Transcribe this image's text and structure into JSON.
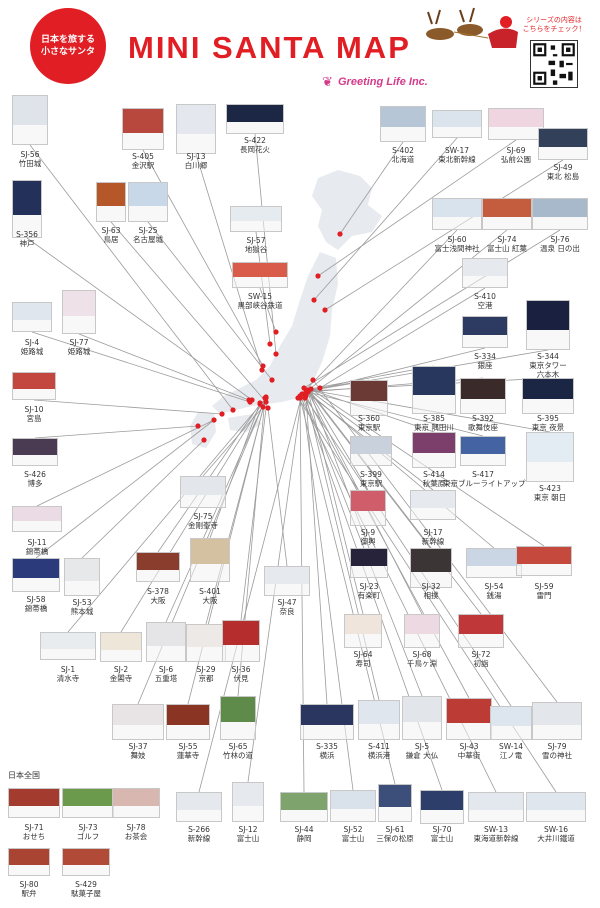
{
  "header": {
    "badge_line1": "日本を旅する",
    "badge_line2": "小さなサンタ",
    "title": "MINI SANTA MAP",
    "brand": "Greeting Life Inc.",
    "promo_line1": "シリーズの内容は",
    "promo_line2": "こちらをチェック！",
    "section_label": "日本全国"
  },
  "colors": {
    "accent": "#e01e24",
    "brand": "#d63a8a",
    "map": "#e7eaee",
    "line": "#9b9b9b",
    "marker": "#e01e24"
  },
  "icons": {
    "badge": "santa-badge",
    "brand_mark": "heart-logo-icon",
    "sleigh": "sleigh-illustration",
    "qr": "qr-code"
  },
  "cards": [
    {
      "code": "SJ-56",
      "name": "竹田城",
      "tone": "#dfe4ea"
    },
    {
      "code": "S-405",
      "name": "金沢駅",
      "tone": "#b8473d"
    },
    {
      "code": "SJ-13",
      "name": "白川郷",
      "tone": "#e4e8ee"
    },
    {
      "code": "S-422",
      "name": "長岡花火",
      "tone": "#1c2746"
    },
    {
      "code": "S-402",
      "name": "北海道",
      "tone": "#b7c6d6"
    },
    {
      "code": "SW-17",
      "name": "東北新幹線",
      "tone": "#dbe3ec"
    },
    {
      "code": "SJ-69",
      "name": "弘前公園",
      "tone": "#efd5df"
    },
    {
      "code": "SJ-49",
      "name": "東北 松島",
      "tone": "#33405a"
    },
    {
      "code": "S-356",
      "name": "神戸",
      "tone": "#22305a"
    },
    {
      "code": "SJ-63",
      "name": "鳥居",
      "tone": "#b6572a"
    },
    {
      "code": "SJ-25",
      "name": "名古屋城",
      "tone": "#c8d8e8"
    },
    {
      "code": "SJ-57",
      "name": "地獄谷",
      "tone": "#e6ebf0"
    },
    {
      "code": "SJ-60",
      "name": "富士浅間神社",
      "tone": "#d9e3ee"
    },
    {
      "code": "SJ-74",
      "name": "富士山 紅葉",
      "tone": "#c45c3e"
    },
    {
      "code": "SJ-76",
      "name": "温泉 日の出",
      "tone": "#a9b9cc"
    },
    {
      "code": "SW-15",
      "name": "黒部峡谷鉄道",
      "tone": "#d95c4a"
    },
    {
      "code": "S-410",
      "name": "空港",
      "tone": "#e6eaee"
    },
    {
      "code": "SJ-4",
      "name": "姫路城",
      "tone": "#dfe6ee"
    },
    {
      "code": "SJ-77",
      "name": "姫路城",
      "tone": "#efe1e8"
    },
    {
      "code": "S-334",
      "name": "銀座",
      "tone": "#2d3b62"
    },
    {
      "code": "S-344",
      "name": "東京タワー\n六本木",
      "tone": "#1a2140"
    },
    {
      "code": "SJ-10",
      "name": "宮島",
      "tone": "#c3463f"
    },
    {
      "code": "S-360",
      "name": "東京駅",
      "tone": "#6b3a35"
    },
    {
      "code": "S-385",
      "name": "東京 隅田川",
      "tone": "#27375e"
    },
    {
      "code": "S-392",
      "name": "歌舞伎座",
      "tone": "#3b2a2a"
    },
    {
      "code": "S-395",
      "name": "東京 夜景",
      "tone": "#1b2544"
    },
    {
      "code": "S-426",
      "name": "博多",
      "tone": "#4a3a52"
    },
    {
      "code": "S-399",
      "name": "東京駅",
      "tone": "#c9d2dc"
    },
    {
      "code": "S-414",
      "name": "秋葉原",
      "tone": "#7c3f6c"
    },
    {
      "code": "S-417",
      "name": "東京ブルーライトアップ",
      "tone": "#4463a3"
    },
    {
      "code": "S-423",
      "name": "東京 朝日",
      "tone": "#e3ebf3"
    },
    {
      "code": "SJ-75",
      "name": "金剛峯寺",
      "tone": "#e3e6ea"
    },
    {
      "code": "SJ-11",
      "name": "錦帯橋",
      "tone": "#eadbe4"
    },
    {
      "code": "SJ-9",
      "name": "御輿",
      "tone": "#d05d6a"
    },
    {
      "code": "SJ-17",
      "name": "新幹線",
      "tone": "#e6e9ee"
    },
    {
      "code": "SJ-58",
      "name": "錦帯橋",
      "tone": "#2a3a7a"
    },
    {
      "code": "SJ-53",
      "name": "熊本城",
      "tone": "#e7e8ea"
    },
    {
      "code": "S-378",
      "name": "大阪",
      "tone": "#8a3d2c"
    },
    {
      "code": "S-401",
      "name": "大阪",
      "tone": "#d3c1a2"
    },
    {
      "code": "SJ-47",
      "name": "奈良",
      "tone": "#e6eaee"
    },
    {
      "code": "SJ-23",
      "name": "有楽町",
      "tone": "#27233a"
    },
    {
      "code": "SJ-32",
      "name": "相撲",
      "tone": "#3b3535"
    },
    {
      "code": "SJ-54",
      "name": "銭湯",
      "tone": "#cbd6e4"
    },
    {
      "code": "SJ-59",
      "name": "雷門",
      "tone": "#c6493d"
    },
    {
      "code": "SJ-1",
      "name": "清水寺",
      "tone": "#e9ecef"
    },
    {
      "code": "SJ-2",
      "name": "金閣寺",
      "tone": "#eee6d8"
    },
    {
      "code": "SJ-6",
      "name": "五重塔",
      "tone": "#e5e5e8"
    },
    {
      "code": "SJ-29",
      "name": "京都",
      "tone": "#ece9e7"
    },
    {
      "code": "SJ-36",
      "name": "伏見",
      "tone": "#b52d2c"
    },
    {
      "code": "SJ-64",
      "name": "寿司",
      "tone": "#efe5dc"
    },
    {
      "code": "SJ-68",
      "name": "千鳥ヶ淵",
      "tone": "#ecd9e2"
    },
    {
      "code": "SJ-72",
      "name": "初詣",
      "tone": "#c0373a"
    },
    {
      "code": "SJ-37",
      "name": "舞妓",
      "tone": "#e8e3e4"
    },
    {
      "code": "SJ-55",
      "name": "蓮華寺",
      "tone": "#8a3524"
    },
    {
      "code": "SJ-65",
      "name": "竹林の道",
      "tone": "#5e8a4a"
    },
    {
      "code": "S-335",
      "name": "横浜",
      "tone": "#2a3560"
    },
    {
      "code": "S-411",
      "name": "横浜港",
      "tone": "#dfe6ee"
    },
    {
      "code": "SJ-5",
      "name": "鎌倉 大仏",
      "tone": "#e2e6ea"
    },
    {
      "code": "SJ-43",
      "name": "中華街",
      "tone": "#bd3b35"
    },
    {
      "code": "SW-14",
      "name": "江ノ電",
      "tone": "#dde5ee"
    },
    {
      "code": "SJ-79",
      "name": "雪の神社",
      "tone": "#e3e6ea"
    },
    {
      "code": "SJ-71",
      "name": "おせち",
      "tone": "#a33c2e"
    },
    {
      "code": "SJ-73",
      "name": "ゴルフ",
      "tone": "#6c9a4d"
    },
    {
      "code": "SJ-78",
      "name": "お茶会",
      "tone": "#d9b7b1"
    },
    {
      "code": "S-266",
      "name": "新幹線",
      "tone": "#e5e8ec"
    },
    {
      "code": "SJ-12",
      "name": "富士山",
      "tone": "#e6e9ee"
    },
    {
      "code": "SJ-44",
      "name": "静岡",
      "tone": "#7fa36c"
    },
    {
      "code": "SJ-52",
      "name": "富士山",
      "tone": "#d9e1ea"
    },
    {
      "code": "SJ-61",
      "name": "三保の松原",
      "tone": "#3c4f7a"
    },
    {
      "code": "SJ-70",
      "name": "富士山",
      "tone": "#2e3e6a"
    },
    {
      "code": "SW-13",
      "name": "東海道新幹線",
      "tone": "#e3e8ee"
    },
    {
      "code": "SW-16",
      "name": "大井川鐵道",
      "tone": "#dfe6ee"
    },
    {
      "code": "SJ-80",
      "name": "駅弁",
      "tone": "#a94432"
    },
    {
      "code": "S-429",
      "name": "駄菓子屋",
      "tone": "#b24a38"
    }
  ]
}
